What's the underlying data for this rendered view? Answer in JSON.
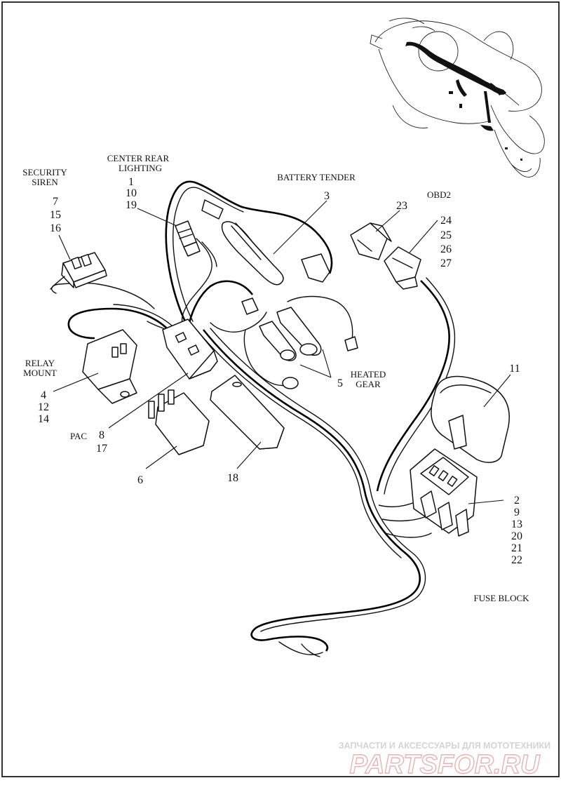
{
  "labels": {
    "security_siren": [
      "SECURITY",
      "SIREN"
    ],
    "center_rear_lighting": [
      "CENTER REAR",
      "LIGHTING"
    ],
    "battery_tender": "BATTERY TENDER",
    "obd2": "OBD2",
    "relay_mount": [
      "RELAY",
      "MOUNT"
    ],
    "heated_gear": [
      "HEATED",
      "GEAR"
    ],
    "pac": "PAC",
    "fuse_block": "FUSE BLOCK"
  },
  "callouts": {
    "security_siren": [
      "7",
      "15",
      "16"
    ],
    "center_rear_lighting": [
      "1",
      "10",
      "19"
    ],
    "battery_tender": [
      "3"
    ],
    "obd2_plug": [
      "23"
    ],
    "obd2_socket": [
      "24",
      "25",
      "26",
      "27"
    ],
    "relay_mount": [
      "4",
      "12",
      "14"
    ],
    "heated_gear": [
      "5"
    ],
    "pac": [
      "8",
      "17"
    ],
    "relay": [
      "6"
    ],
    "connector_18": [
      "18"
    ],
    "fuse_cover": [
      "11"
    ],
    "fuse_block": [
      "2",
      "9",
      "13",
      "20",
      "21",
      "22"
    ]
  },
  "watermark": {
    "line1": "ЗАПЧАСТИ И АКСЕССУАРЫ ДЛЯ МОТОТЕХНИКИ",
    "line2": "PARTSFOR.RU"
  }
}
